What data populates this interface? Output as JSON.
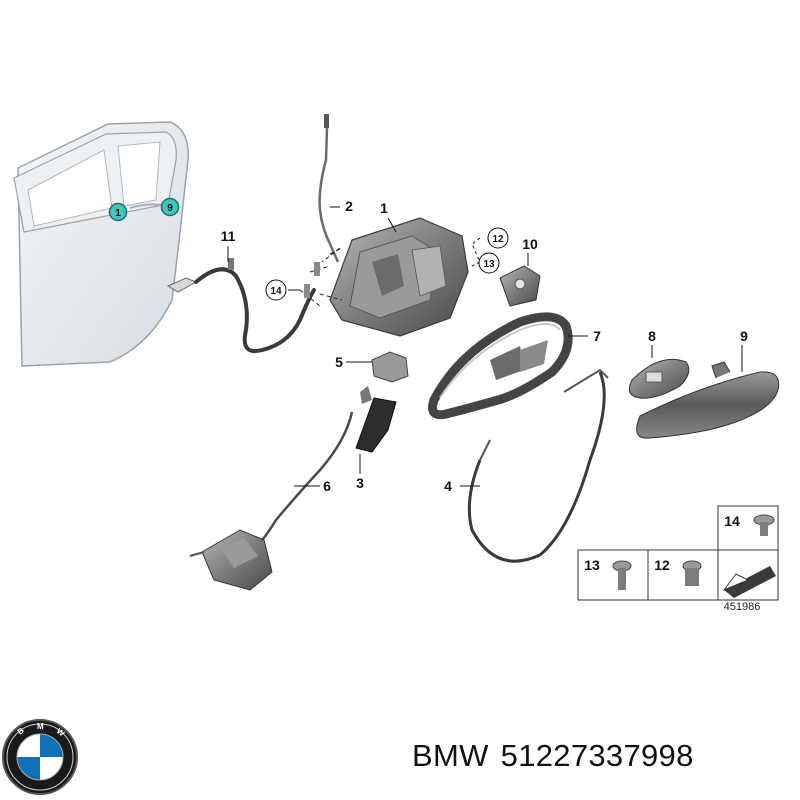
{
  "diagram": {
    "callouts": [
      "1",
      "2",
      "3",
      "4",
      "5",
      "6",
      "7",
      "8",
      "9",
      "10",
      "11",
      "12",
      "13",
      "14"
    ],
    "door_markers": [
      "1",
      "9"
    ],
    "hardware": {
      "box_14": "14",
      "box_13": "13",
      "box_12": "12"
    },
    "reference_number": "451986"
  },
  "footer": {
    "brand": "BMW",
    "part_number": "51227337998",
    "logo_letters": "BMW"
  },
  "colors": {
    "marker_fill": "#3fc7bf",
    "ink": "#111111",
    "part_gray": "#8a8a8a"
  }
}
